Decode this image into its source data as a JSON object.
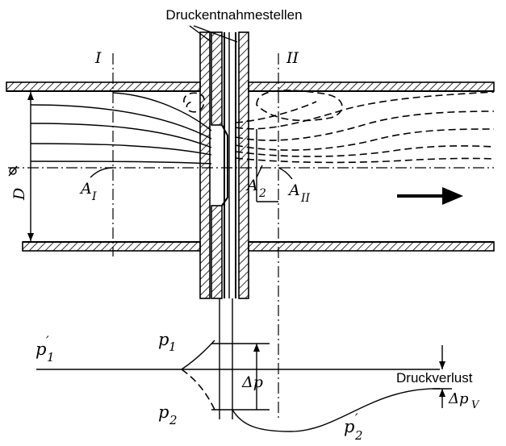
{
  "labels": {
    "title": "Druckentnahmestellen",
    "section_1": "I",
    "section_2": "II",
    "diameter": "D",
    "area_1": "A",
    "area_1_sub": "I",
    "area_2": "A",
    "area_2_sub": "2",
    "area_II": "A",
    "area_II_sub": "II",
    "p1_prime": "p",
    "p1_prime_sup": "′",
    "p1_prime_sub": "1",
    "p1": "p",
    "p1_sub": "1",
    "delta_p": "Δp",
    "p2": "p",
    "p2_sub": "2",
    "p2_prime": "p",
    "p2_prime_sup": "′",
    "p2_prime_sub": "2",
    "pressure_loss": "Druckverlust",
    "delta_pv": "Δp",
    "delta_pv_sub": "V"
  },
  "colors": {
    "ink": "#000000",
    "background": "#ffffff"
  },
  "icons": {
    "flow_direction": "arrow-right-icon"
  }
}
